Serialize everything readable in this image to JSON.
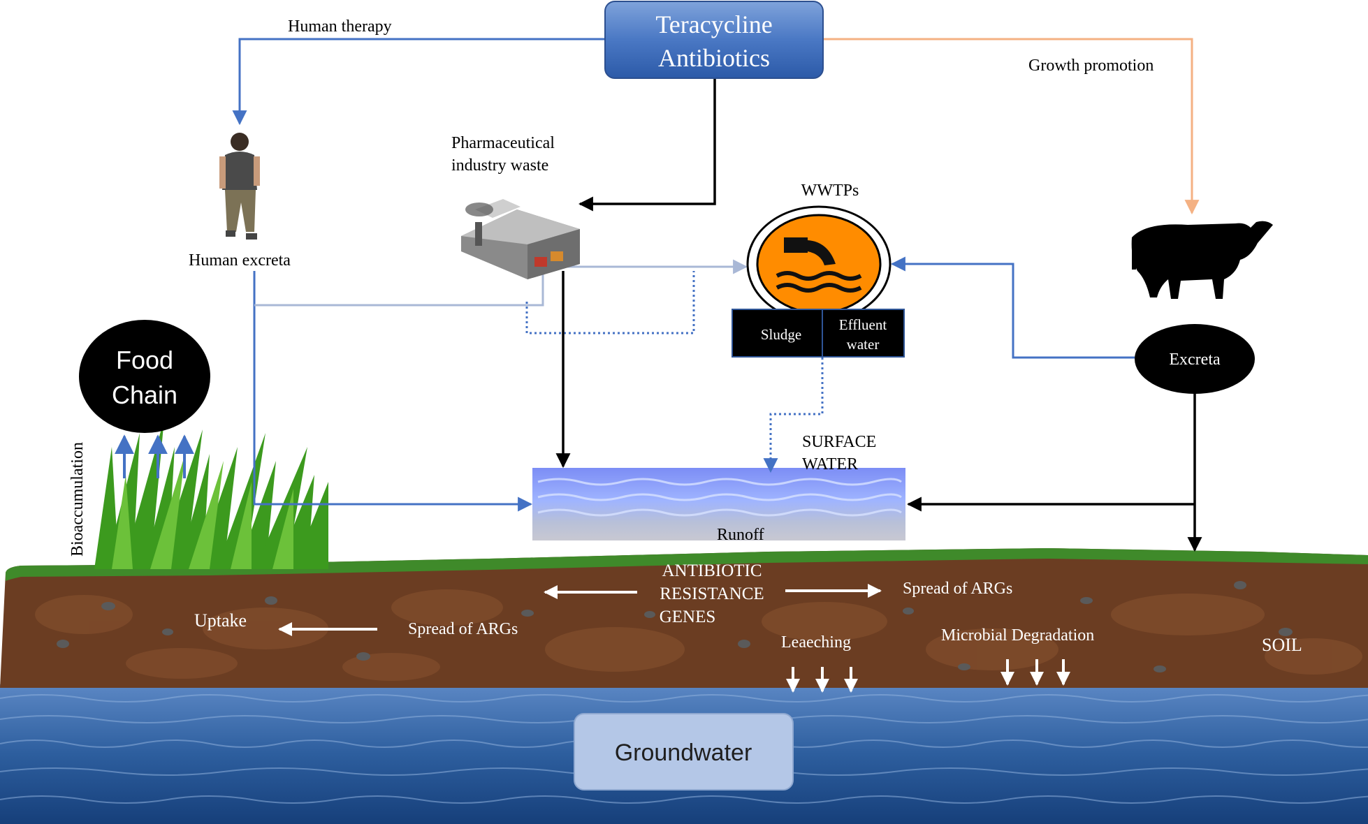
{
  "source": {
    "title_line1": "Teracycline",
    "title_line2": "Antibiotics"
  },
  "labels": {
    "human_therapy": "Human therapy",
    "growth_promotion": "Growth promotion",
    "pharma_line1": "Pharmaceutical",
    "pharma_line2": "industry waste",
    "wwtps": "WWTPs",
    "sludge": "Sludge",
    "effluent_line1": "Effluent",
    "effluent_line2": "water",
    "human_excreta": "Human excreta",
    "excreta": "Excreta",
    "food_line1": "Food",
    "food_line2": "Chain",
    "bioaccumulation": "Bioaccumulation",
    "surface_line1": "SURFACE",
    "surface_line2": "WATER",
    "runoff": "Runoff",
    "arg_line1": "ANTIBIOTIC",
    "arg_line2": "RESISTANCE",
    "arg_line3": "GENES",
    "spread_right": "Spread of ARGs",
    "spread_left": "Spread of ARGs",
    "uptake": "Uptake",
    "leaching": "Leaeching",
    "microbial_degradation": "Microbial Degradation",
    "soil": "SOIL",
    "groundwater": "Groundwater"
  },
  "colors": {
    "blue_flow": "#4472c4",
    "light_flow": "#a9b8d6",
    "orange_flow": "#f4b183",
    "black_flow": "#000000",
    "wwtp_orange": "#ff8c00",
    "soil": "#6b3d22",
    "grass": "#3f8a2a",
    "water": "#2d5e9e"
  }
}
